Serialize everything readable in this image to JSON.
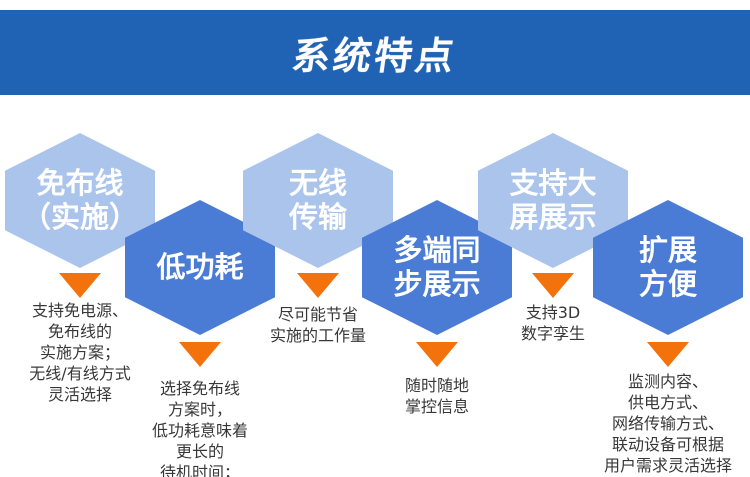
{
  "header": {
    "title": "系统特点",
    "background_color": "#2062b4",
    "text_color": "#ffffff"
  },
  "colors": {
    "hexagon_light": "#aac4ec",
    "hexagon_dark": "#4a7cd6",
    "arrow_orange": "#f4720c",
    "description_text": "#383838"
  },
  "features": [
    {
      "variant": "light",
      "title_lines": [
        "免布线",
        "（实施）"
      ],
      "desc_lines": [
        "支持免电源、",
        "免布线的",
        "实施方案；",
        "无线/有线方式",
        "灵活选择"
      ]
    },
    {
      "variant": "dark",
      "title_lines": [
        "低功耗"
      ],
      "desc_lines": [
        "选择免布线",
        "方案时，",
        "低功耗意味着",
        "更长的",
        "待机时间；"
      ]
    },
    {
      "variant": "light",
      "title_lines": [
        "无线",
        "传输"
      ],
      "desc_lines": [
        "尽可能节省",
        "实施的工作量"
      ]
    },
    {
      "variant": "dark",
      "title_lines": [
        "多端同",
        "步展示"
      ],
      "desc_lines": [
        "随时随地",
        "掌控信息"
      ]
    },
    {
      "variant": "light",
      "title_lines": [
        "支持大",
        "屏展示"
      ],
      "desc_lines": [
        "支持3D",
        "数字孪生"
      ]
    },
    {
      "variant": "dark",
      "title_lines": [
        "扩展",
        "方便"
      ],
      "desc_lines": [
        "监测内容、",
        "供电方式、",
        "网络传输方式、",
        "联动设备可根据",
        "用户需求灵活选择"
      ]
    }
  ]
}
